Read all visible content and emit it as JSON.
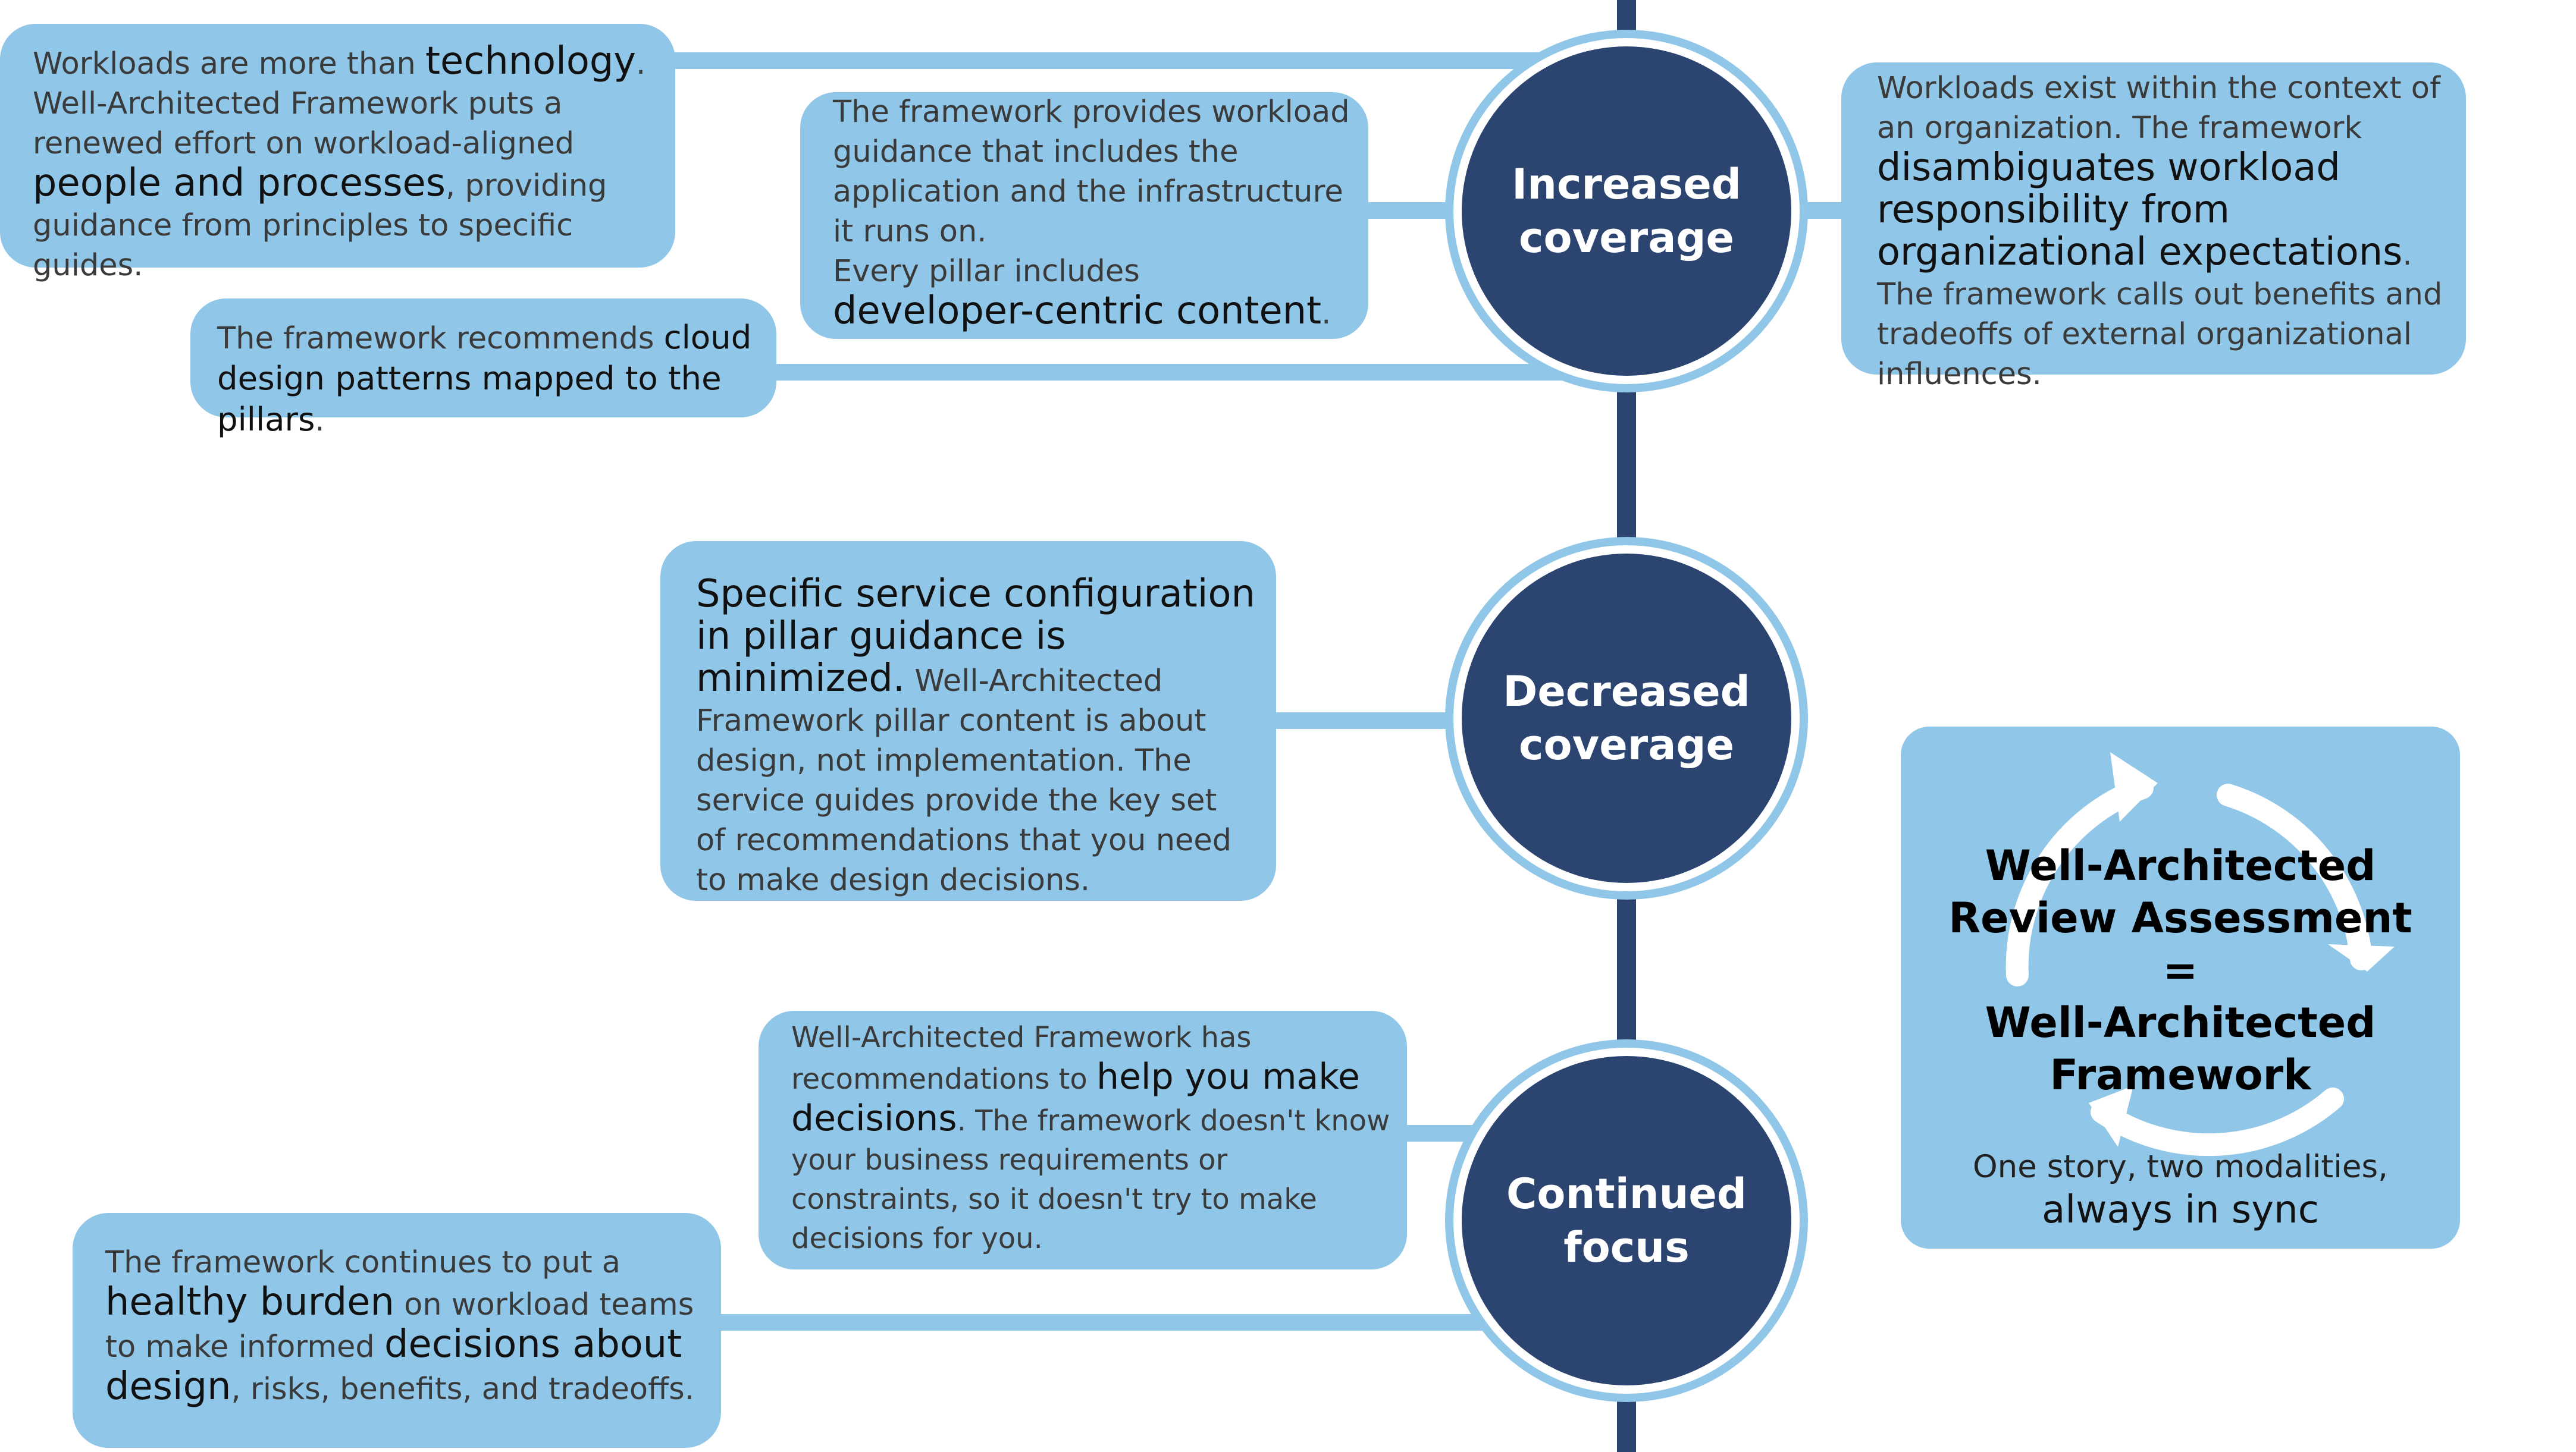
{
  "colors": {
    "spine": "#2b4470",
    "circle": "#2b4470",
    "ring": "#90c6e7",
    "box": "#90c6e7",
    "text": "#3a3a3a"
  },
  "stages": [
    {
      "line1": "Increased",
      "line2": "coverage"
    },
    {
      "line1": "Decreased",
      "line2": "coverage"
    },
    {
      "line1": "Continued",
      "line2": "focus"
    }
  ],
  "boxes": {
    "people": {
      "p1": "Workloads are more than ",
      "h1": "technology",
      "p2": ". Well-Architected Framework puts a renewed effort on workload-aligned ",
      "h2": "people and processes",
      "p3": ", providing guidance from principles to specific guides."
    },
    "developer": {
      "p1": "The framework provides workload guidance that includes the application and the infrastructure it runs on.",
      "p2": "Every pillar includes ",
      "h1": "developer-centric content",
      "p3": "."
    },
    "patterns": {
      "p1": "The framework recommends ",
      "h1": "cloud design patterns mapped to the pillars",
      "p2": "."
    },
    "organization": {
      "p1": "Workloads exist within the context of an organization. The framework ",
      "h1": "disambiguates workload responsibility from organizational expectations",
      "p2": ". The framework calls out benefits and tradeoffs of external organizational influences."
    },
    "service": {
      "h1": "Specific service configuration in pillar guidance is minimized.",
      "p1": " Well-Architected Framework pillar content is about design, not implementation. The service guides provide the key set of recommendations that you need to make design decisions."
    },
    "decisions": {
      "p1": "Well-Architected Framework has recommendations to ",
      "h1": "help you make decisions",
      "p2": ". The framework doesn't know your business requirements or constraints, so it doesn't try to make decisions for you."
    },
    "burden": {
      "p1": "The framework continues to put a ",
      "h1": "healthy burden",
      "p2": " on workload teams to make informed ",
      "h2": "decisions about design",
      "p3": ", risks, benefits, and tradeoffs."
    }
  },
  "summary": {
    "title": [
      "Well-Architected",
      "Review Assessment",
      "=",
      "Well-Architected",
      "Framework"
    ],
    "subtitle1": "One story, two modalities,",
    "subtitle2": "always in sync",
    "icon": "cycle-arrows-icon"
  }
}
